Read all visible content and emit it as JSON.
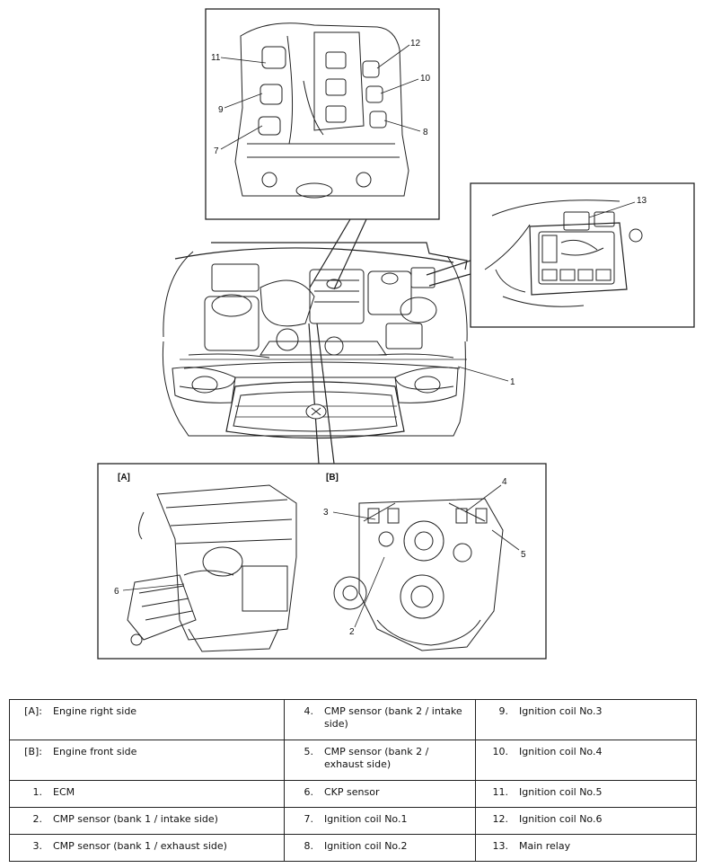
{
  "diagram": {
    "inset_tags": {
      "a": "[A]",
      "b": "[B]"
    },
    "callouts": [
      "1",
      "2",
      "3",
      "4",
      "5",
      "6",
      "7",
      "8",
      "9",
      "10",
      "11",
      "12",
      "13"
    ]
  },
  "legend": {
    "rows": [
      [
        {
          "key": "[A]:",
          "text": "Engine right side"
        },
        {
          "key": "4.",
          "text": "CMP sensor (bank 2 / intake side)"
        },
        {
          "key": "9.",
          "text": "Ignition coil No.3"
        }
      ],
      [
        {
          "key": "[B]:",
          "text": "Engine front side"
        },
        {
          "key": "5.",
          "text": "CMP sensor (bank 2 / exhaust side)"
        },
        {
          "key": "10.",
          "text": "Ignition coil No.4"
        }
      ],
      [
        {
          "key": "1.",
          "text": "ECM"
        },
        {
          "key": "6.",
          "text": "CKP sensor"
        },
        {
          "key": "11.",
          "text": "Ignition coil No.5"
        }
      ],
      [
        {
          "key": "2.",
          "text": "CMP sensor (bank 1 / intake side)"
        },
        {
          "key": "7.",
          "text": "Ignition coil No.1"
        },
        {
          "key": "12.",
          "text": "Ignition coil No.6"
        }
      ],
      [
        {
          "key": "3.",
          "text": "CMP sensor (bank 1 / exhaust side)"
        },
        {
          "key": "8.",
          "text": "Ignition coil No.2"
        },
        {
          "key": "13.",
          "text": "Main relay"
        }
      ]
    ]
  }
}
